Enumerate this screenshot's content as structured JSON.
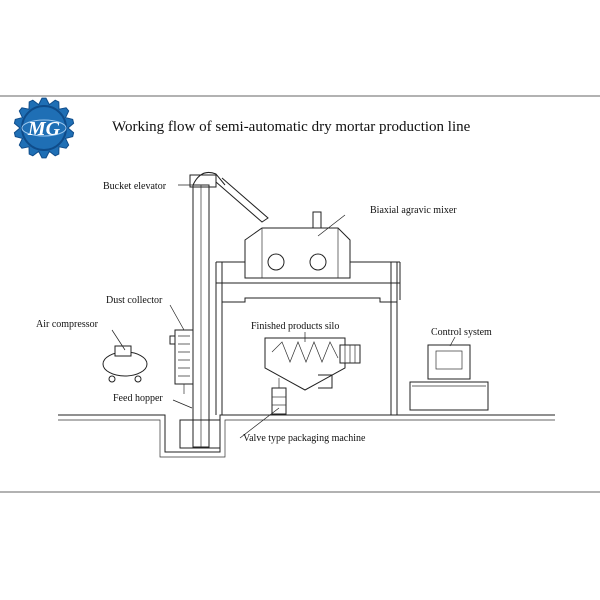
{
  "title": "Working flow of semi-automatic dry mortar production line",
  "logo": {
    "text": "MG",
    "colors": {
      "gear": "#1f6fb5",
      "gear_dark": "#0f4c8a",
      "text": "#ffffff"
    }
  },
  "labels": {
    "bucket_elevator": "Bucket elevator",
    "biaxial_mixer": "Biaxial agravic mixer",
    "dust_collector": "Dust collector",
    "air_compressor": "Air compressor",
    "finished_silo": "Finished products silo",
    "control_system": "Control system",
    "feed_hopper": "Feed hopper",
    "packaging_machine": "Valve type packaging machine"
  }
}
